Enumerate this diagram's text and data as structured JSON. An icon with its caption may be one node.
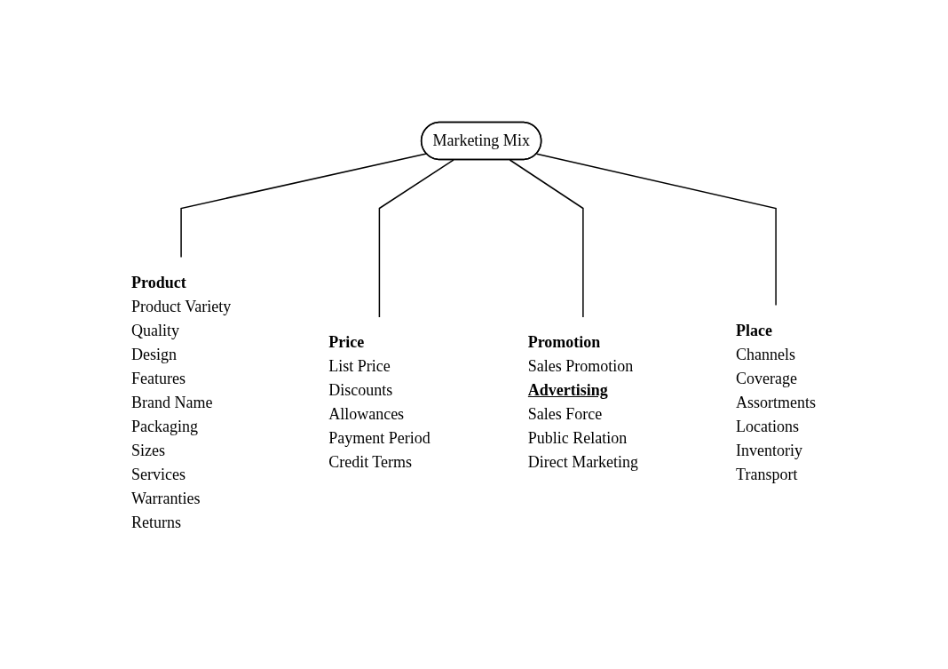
{
  "diagram": {
    "nodes": [
      {
        "text": [
          "Marketing Mix"
        ]
      },
      {
        "text": [
          "Product",
          "Product Variety",
          "Quality",
          "Design",
          "Features",
          "Brand Name",
          "Packaging",
          "Sizes",
          "Services",
          "Warranties",
          "Returns"
        ]
      },
      {
        "text": [
          "Price",
          "List Price",
          "Discounts",
          "Allowances",
          "Payment Period",
          "Credit Terms"
        ]
      },
      {
        "text": [
          "Promotion",
          "Sales Promotion",
          "Advertising",
          "Sales Force",
          "Public Relation",
          "Direct Marketing"
        ]
      },
      {
        "text": [
          "Place",
          "Channels",
          "Coverage",
          "Assortments",
          "Locations",
          "Inventoriy",
          "Transport"
        ]
      }
    ],
    "edges": [
      {
        "from": 0,
        "to": 1,
        "arrow": "none"
      },
      {
        "from": 0,
        "to": 2,
        "arrow": "none"
      },
      {
        "from": 0,
        "to": 3,
        "arrow": "none"
      },
      {
        "from": 0,
        "to": 4,
        "arrow": "none"
      }
    ]
  }
}
